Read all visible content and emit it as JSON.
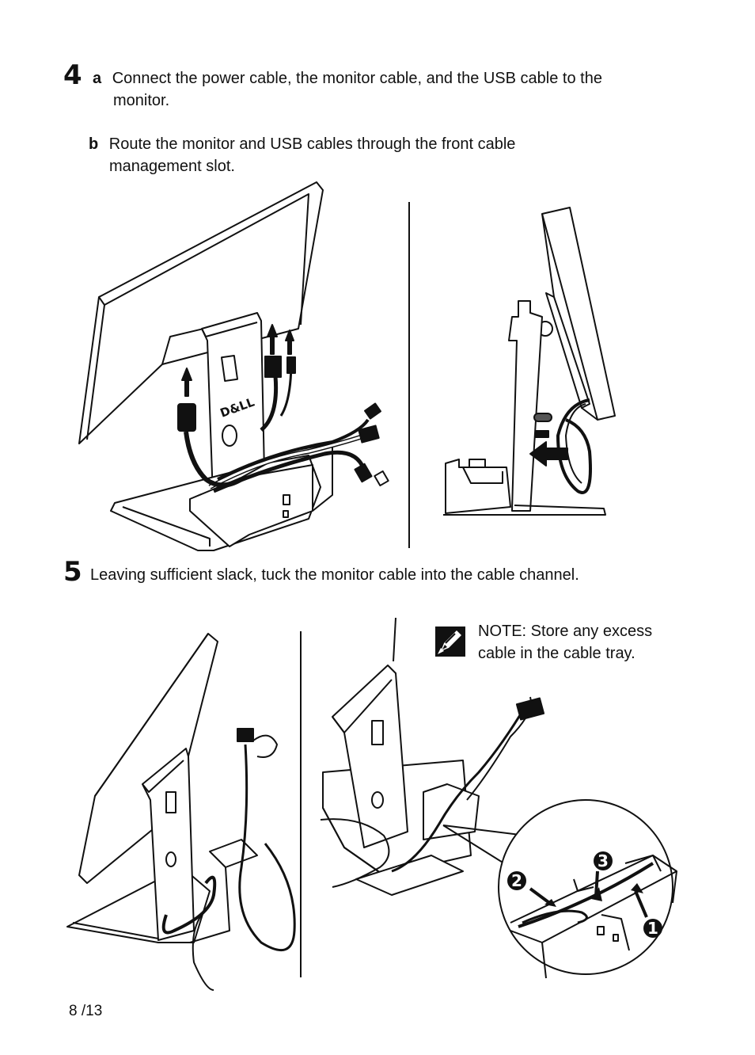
{
  "step4": {
    "number": "4",
    "a_letter": "a",
    "a_text_line1": "Connect the power cable, the monitor cable, and the USB cable to the",
    "a_text_line2": "monitor.",
    "b_letter": "b",
    "b_text_line1": "Route the monitor and USB cables through the front cable",
    "b_text_line2": "management slot."
  },
  "step5": {
    "number": "5",
    "text": "Leaving sufficient slack, tuck the monitor cable into the cable channel."
  },
  "note": {
    "line1": "NOTE: Store any excess",
    "line2": "cable in the cable tray."
  },
  "callouts": {
    "one": "1",
    "two": "2",
    "three": "3"
  },
  "figure": {
    "logo_text": "D&LL"
  },
  "footer": {
    "page": "8 /13"
  }
}
